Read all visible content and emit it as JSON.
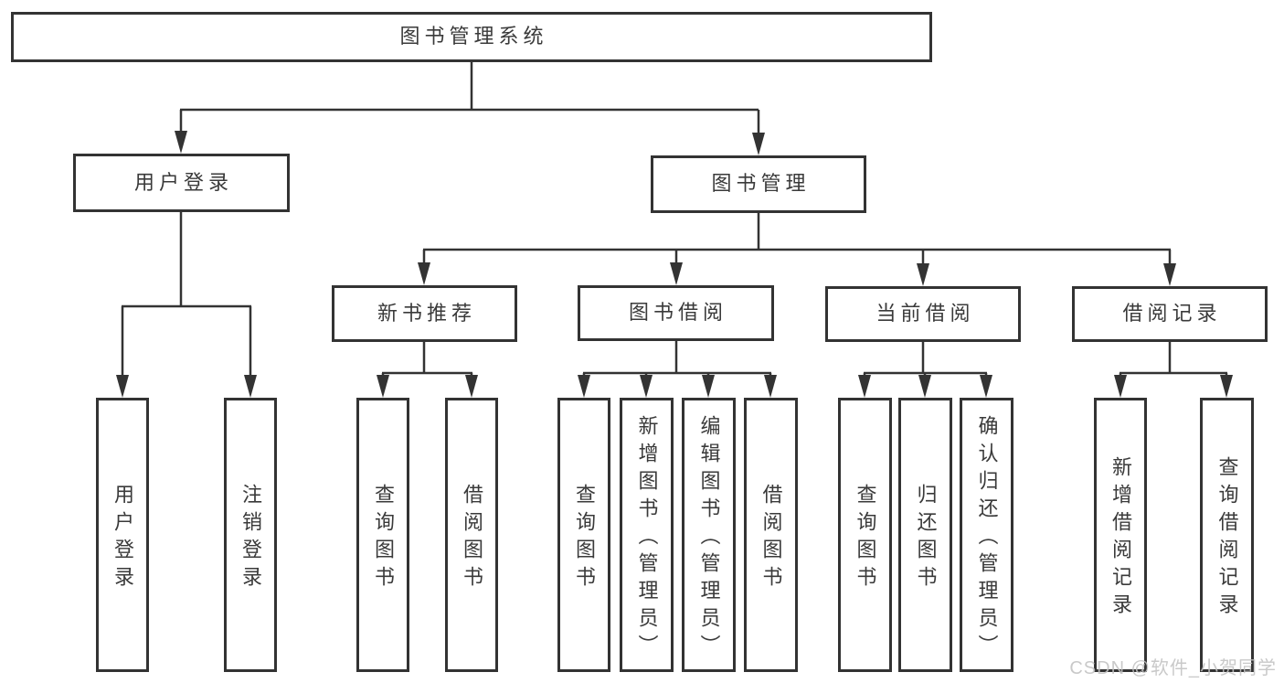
{
  "nodes": {
    "root": "图书管理系统",
    "user_login": "用户登录",
    "book_mgmt": "图书管理",
    "new_book_rec": "新书推荐",
    "book_borrow": "图书借阅",
    "current_borrow": "当前借阅",
    "borrow_record": "借阅记录",
    "leaf_user_login": "用户登录",
    "leaf_logout": "注销登录",
    "nb_query_book": "查询图书",
    "nb_borrow_book": "借阅图书",
    "bb_query_book": "查询图书",
    "bb_add_book": "新增图书（管理员）",
    "bb_edit_book": "编辑图书（管理员）",
    "bb_borrow_book": "借阅图书",
    "cb_query_book": "查询图书",
    "cb_return_book": "归还图书",
    "cb_confirm_return": "确认归还（管理员）",
    "br_add_record": "新增借阅记录",
    "br_query_record": "查询借阅记录"
  },
  "watermark": "CSDN @软件_小贺同学",
  "colors": {
    "line": "#333333",
    "text": "#3a3a3a",
    "box_background": "#ffffff",
    "watermark": "#c1c1c1",
    "background": "#ffffff"
  }
}
